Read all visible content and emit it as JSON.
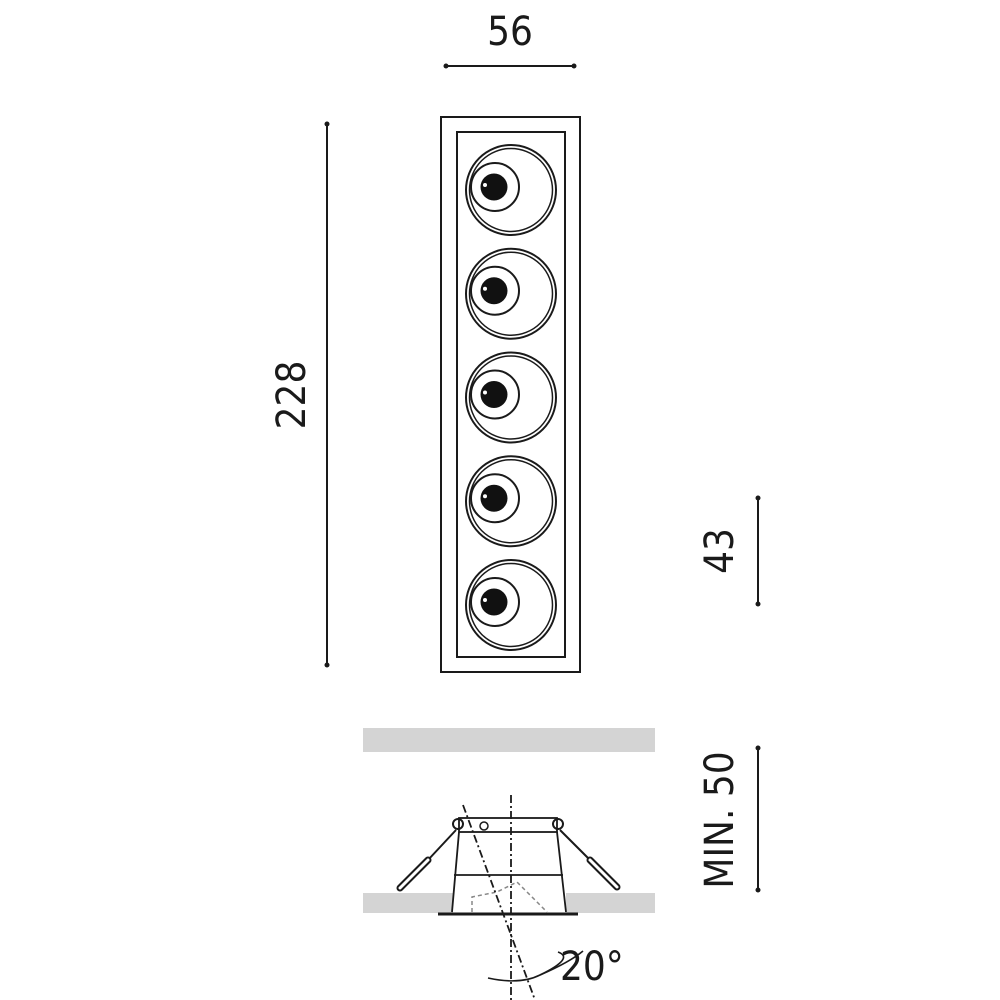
{
  "dimensions": {
    "width": "56",
    "height": "228",
    "module": "43",
    "recess_min": "MIN. 50",
    "tilt_angle": "20°"
  },
  "lamp_count": 5,
  "colors": {
    "line": "#1a1a1a",
    "ceiling": "#d4d4d4"
  }
}
